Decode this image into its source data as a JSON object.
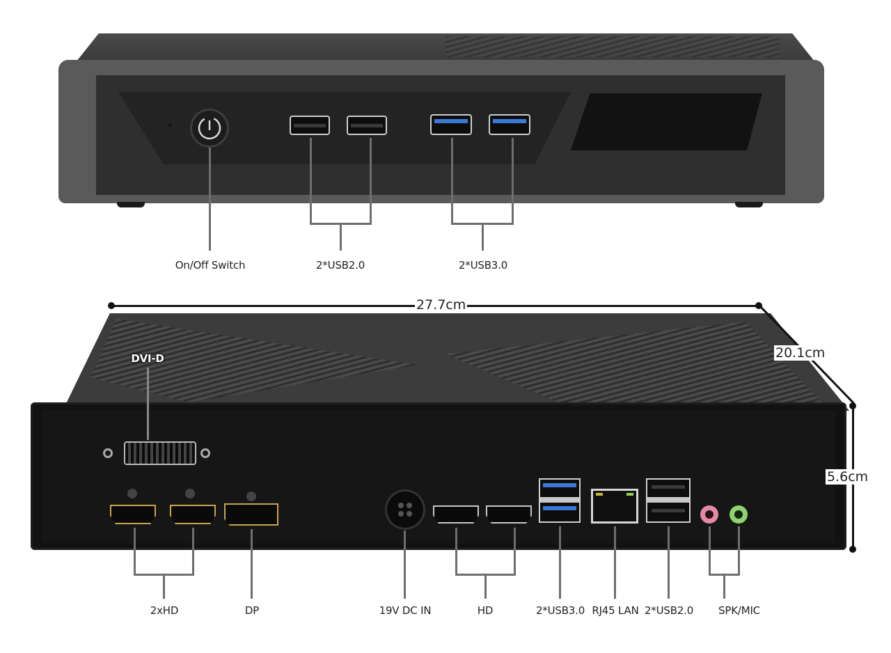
{
  "front_view": {
    "labels": {
      "power": "On/Off Switch",
      "usb2": "2*USB2.0",
      "usb3": "2*USB3.0"
    },
    "ports": [
      {
        "type": "power-button",
        "count": 1
      },
      {
        "type": "usb2.0",
        "count": 2
      },
      {
        "type": "usb3.0",
        "count": 2,
        "color": "#3b78d6"
      }
    ]
  },
  "rear_view": {
    "labels": {
      "dvi": "DVI-D",
      "hdmi_left": "2xHD",
      "dp": "DP",
      "dc_in": "19V DC IN",
      "hdmi_right": "HD",
      "usb3": "2*USB3.0",
      "lan": "RJ45 LAN",
      "usb2": "2*USB2.0",
      "audio": "SPK/MIC"
    },
    "audio_colors": {
      "speaker": "#e58aa6",
      "mic": "#8fd36e"
    }
  },
  "dimensions": {
    "width": "27.7cm",
    "depth": "20.1cm",
    "height": "5.6cm"
  }
}
